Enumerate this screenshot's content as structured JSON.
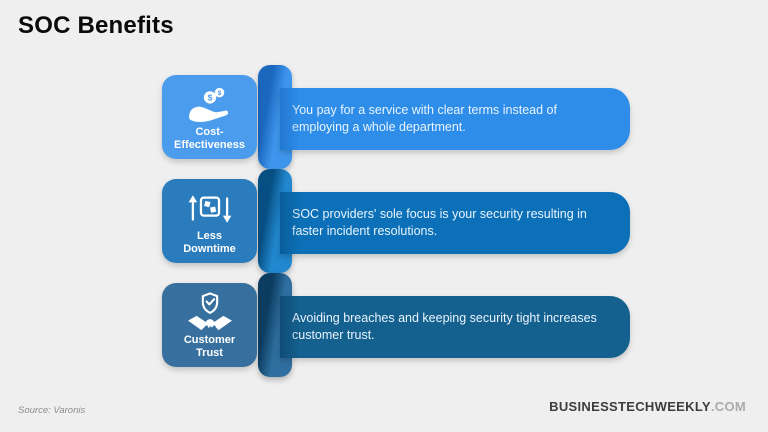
{
  "slide": {
    "title": "SOC Benefits",
    "background": "#EFEFEF"
  },
  "rows": [
    {
      "id": "cost-effectiveness",
      "label_line1": "Cost-",
      "label_line2": "Effectiveness",
      "description": "You pay for a service with clear terms instead of employing a whole department.",
      "icon": "hand-coins-icon",
      "colors": {
        "box": "#4B9CEC",
        "ribbon": "#3E96EC",
        "banner": "#2D8DE9",
        "fold": "#1A67BE"
      }
    },
    {
      "id": "less-downtime",
      "label_line1": "Less",
      "label_line2": "Downtime",
      "description": "SOC providers' sole focus is your security resulting in faster incident resolutions.",
      "icon": "uptime-arrows-icon",
      "colors": {
        "box": "#2A7CBC",
        "ribbon": "#2187CE",
        "banner": "#0B70B7",
        "fold": "#074F83"
      }
    },
    {
      "id": "customer-trust",
      "label_line1": "Customer",
      "label_line2": "Trust",
      "description": "Avoiding breaches and keeping security tight increases customer trust.",
      "icon": "handshake-shield-icon",
      "colors": {
        "box": "#37709F",
        "ribbon": "#2F6F9F",
        "banner": "#14608F",
        "fold": "#0C3D61"
      }
    }
  ],
  "footer": {
    "source": "Source: Varonis",
    "brand": "BUSINESSTECHWEEKLY",
    "brand_suffix": ".COM"
  }
}
